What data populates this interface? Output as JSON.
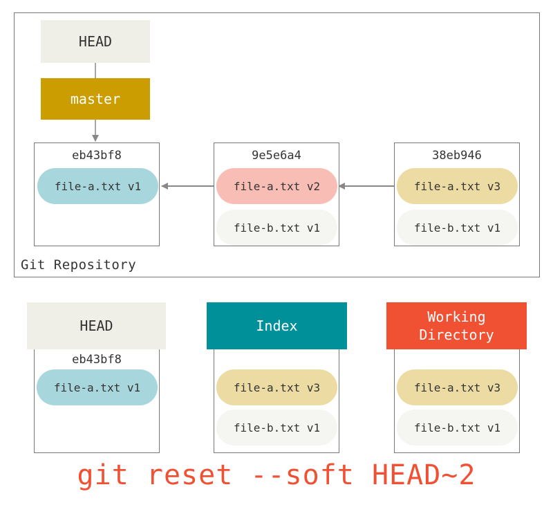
{
  "repository": {
    "label": "Git Repository",
    "head_label": "HEAD",
    "branch_label": "master",
    "commits": [
      {
        "hash": "eb43bf8",
        "files": [
          "file-a.txt v1"
        ]
      },
      {
        "hash": "9e5e6a4",
        "files": [
          "file-a.txt v2",
          "file-b.txt v1"
        ]
      },
      {
        "hash": "38eb946",
        "files": [
          "file-a.txt v3",
          "file-b.txt v1"
        ]
      }
    ]
  },
  "trees": {
    "head": {
      "label": "HEAD",
      "hash": "eb43bf8",
      "files": [
        "file-a.txt v1"
      ]
    },
    "index": {
      "label": "Index",
      "files": [
        "file-a.txt v3",
        "file-b.txt v1"
      ]
    },
    "working_directory": {
      "label": "Working\nDirectory",
      "files": [
        "file-a.txt v3",
        "file-b.txt v1"
      ]
    }
  },
  "command": "git reset --soft HEAD~2",
  "colors": {
    "head": "#efeee7",
    "master": "#cc9d00",
    "index": "#00909a",
    "working_directory": "#f05133",
    "v1_blue": "#a8d6dd",
    "v2_pink": "#f8bdb4",
    "v3_tan": "#ecdba2",
    "neutral_file": "#f5f5f1",
    "command_text": "#f05133"
  }
}
